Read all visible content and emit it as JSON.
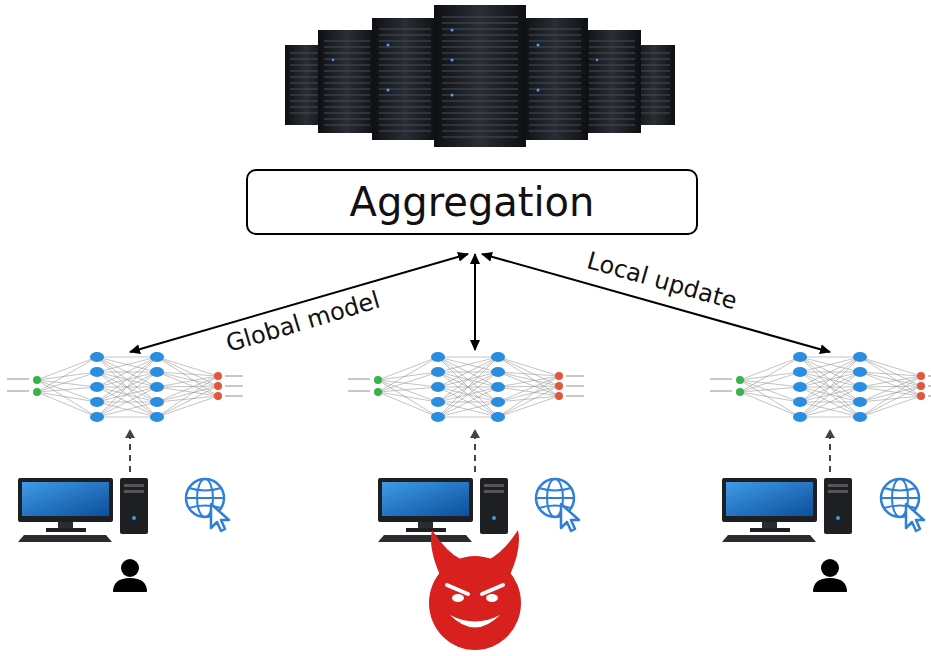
{
  "diagram": {
    "nodes": [
      {
        "text": [
          "Aggregation"
        ]
      }
    ],
    "labels": [
      "Global model",
      "Local update"
    ]
  }
}
